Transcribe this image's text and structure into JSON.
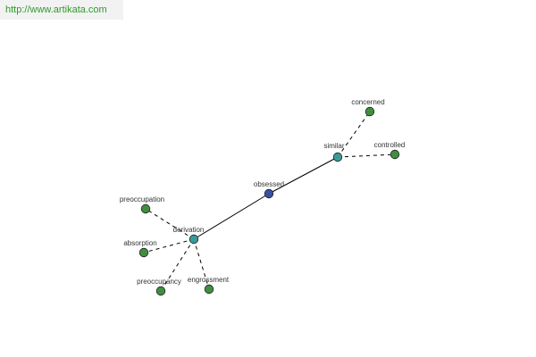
{
  "header": {
    "url": "http://www.artikata.com"
  },
  "colors": {
    "url_text": "#2f9a2f",
    "root_node": "#3b4fa0",
    "hub_node": "#3a9a9a",
    "leaf_node": "#3f8f3f",
    "node_stroke": "#222222",
    "edge": "#000000"
  },
  "graph": {
    "nodes": [
      {
        "id": "obsessed",
        "label": "obsessed",
        "kind": "root"
      },
      {
        "id": "similar",
        "label": "similar",
        "kind": "hub"
      },
      {
        "id": "derivation",
        "label": "derivation",
        "kind": "hub"
      },
      {
        "id": "concerned",
        "label": "concerned",
        "kind": "leaf"
      },
      {
        "id": "controlled",
        "label": "controlled",
        "kind": "leaf"
      },
      {
        "id": "preoccupation",
        "label": "preoccupation",
        "kind": "leaf"
      },
      {
        "id": "absorption",
        "label": "absorption",
        "kind": "leaf"
      },
      {
        "id": "preoccupancy",
        "label": "preoccupancy",
        "kind": "leaf"
      },
      {
        "id": "engrossment",
        "label": "engrossment",
        "kind": "leaf"
      }
    ],
    "edges": [
      {
        "from": "obsessed",
        "to": "similar",
        "style": "solid"
      },
      {
        "from": "obsessed",
        "to": "derivation",
        "style": "solid"
      },
      {
        "from": "similar",
        "to": "concerned",
        "style": "dashed"
      },
      {
        "from": "similar",
        "to": "controlled",
        "style": "dashed"
      },
      {
        "from": "derivation",
        "to": "preoccupation",
        "style": "dashed"
      },
      {
        "from": "derivation",
        "to": "absorption",
        "style": "dashed"
      },
      {
        "from": "derivation",
        "to": "preoccupancy",
        "style": "dashed"
      },
      {
        "from": "derivation",
        "to": "engrossment",
        "style": "dashed"
      }
    ]
  }
}
